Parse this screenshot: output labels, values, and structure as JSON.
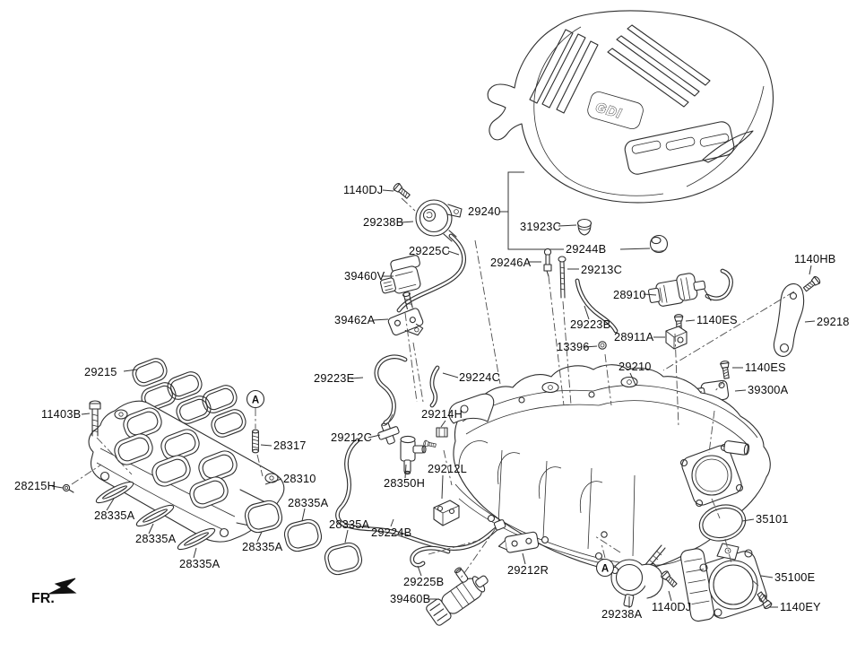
{
  "diagram": {
    "fr_label": "FR.",
    "cover_badge": "GDI",
    "callouts": {
      "a": "A"
    },
    "colors": {
      "line": "#2e2e2e",
      "background": "#ffffff",
      "label": "#0b0b0b"
    },
    "labels": {
      "p1140dj_a": "1140DJ",
      "p29238b": "29238B",
      "p29240": "29240",
      "p31923c": "31923C",
      "p29244b": "29244B",
      "p29225c": "29225C",
      "p29246a": "29246A",
      "p29213c": "29213C",
      "p39460v": "39460V",
      "p1140hb": "1140HB",
      "p28910": "28910",
      "p1140es_a": "1140ES",
      "p29218": "29218",
      "p39462a": "39462A",
      "p29223b": "29223B",
      "p13396": "13396",
      "p28911a": "28911A",
      "p29215": "29215",
      "p29210": "29210",
      "p1140es_b": "1140ES",
      "p29223e": "29223E",
      "p29224c": "29224C",
      "p39300a": "39300A",
      "p11403b": "11403B",
      "p29214h": "29214H",
      "p29212c": "29212C",
      "p28317": "28317",
      "p29212l": "29212L",
      "p28310": "28310",
      "p28350h": "28350H",
      "p28215h": "28215H",
      "p28335a_a": "28335A",
      "p28335a_b": "28335A",
      "p28335a_c": "28335A",
      "p35101": "35101",
      "p28335a_d": "28335A",
      "p28335a_e": "28335A",
      "p29224b": "29224B",
      "p28335a_f": "28335A",
      "p29225b": "29225B",
      "p29212r": "29212R",
      "p35100e": "35100E",
      "p39460b": "39460B",
      "p1140dj_b": "1140DJ",
      "p29238a": "29238A",
      "p1140ey": "1140EY"
    }
  }
}
